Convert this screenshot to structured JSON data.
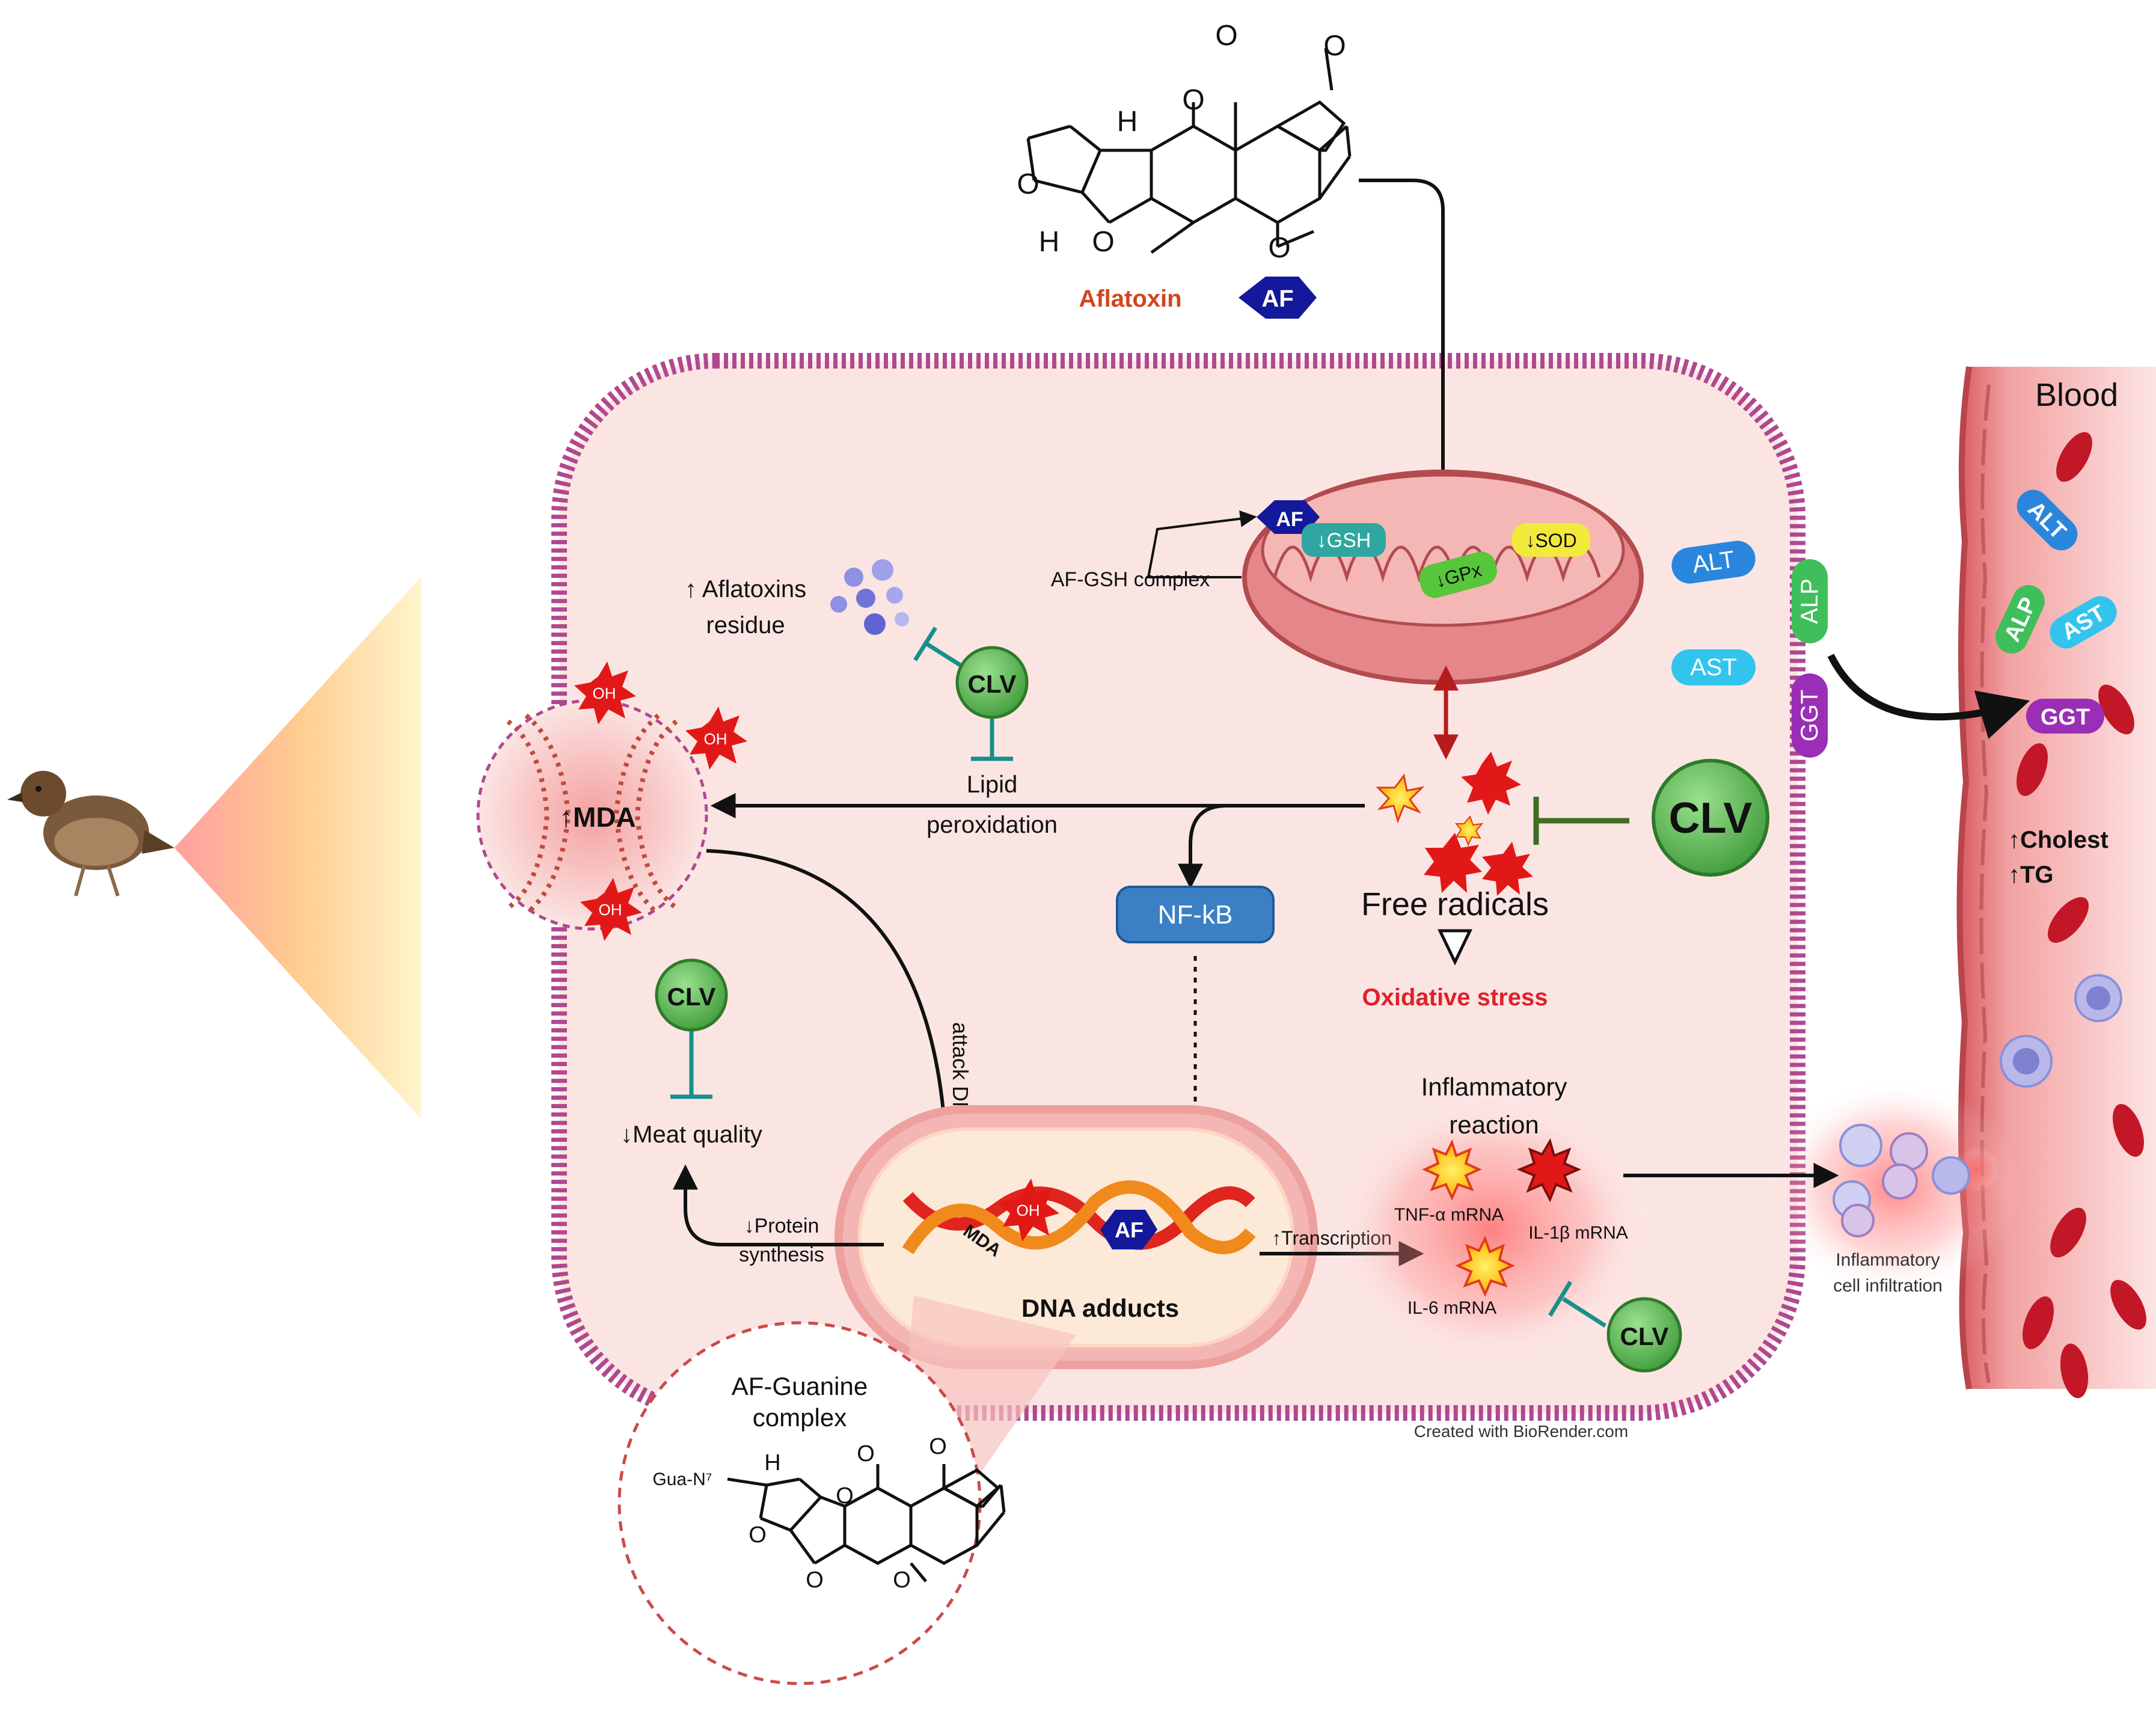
{
  "colors": {
    "cell_fill": "#fbe5e3",
    "membrane": "#b0488f",
    "mito_fill": "#e5878a",
    "mito_stroke": "#b34b4e",
    "clv_green": "#56b84e",
    "nfkb_blue": "#3b80c4",
    "af_navy": "#14189a",
    "alt_blue": "#2a86dd",
    "ast_cyan": "#33c4ee",
    "alp_green": "#3fbf5b",
    "ggt_purple": "#9a2eb6",
    "radical_red": "#e21818",
    "stress_red": "#e0202a",
    "aflatoxin_label": "#d2451e",
    "blood_vessel": "#e87878",
    "rbc_red": "#c11727",
    "inhibit_teal": "#17908c",
    "inhibit_olive": "#3f6e22"
  },
  "aflatoxin": {
    "label": "Aflatoxin",
    "badge": "AF",
    "atoms": {
      "o_top": "O",
      "o_right": "O",
      "o_ring": "O",
      "o_furan": "O",
      "o_furan2": "O",
      "o_methoxy": "O",
      "h_top": "H",
      "h_bottom": "H"
    }
  },
  "mitochondrion": {
    "af_badge": "AF",
    "gsh": "↓GSH",
    "gpx": "↓GPx",
    "sod": "↓SOD",
    "complex_label": "AF-GSH complex"
  },
  "enzymes": {
    "alt": "ALT",
    "ast": "AST",
    "alp": "ALP",
    "ggt": "GGT"
  },
  "residue": {
    "line1": "↑ Aflatoxins",
    "line2": "residue"
  },
  "clv_label": "CLV",
  "lipid": {
    "line1": "Lipid",
    "line2": "peroxidation"
  },
  "mda": {
    "label": "↑MDA",
    "oh": "OH"
  },
  "radicals": {
    "label": "Free radicals",
    "stress": "Oxidative stress"
  },
  "nfkb": "NF-kB",
  "attack_dna": "attack DNA",
  "meat_quality": "↓Meat quality",
  "protein": {
    "line1": "↓Protein",
    "line2": "synthesis"
  },
  "dna": {
    "label": "DNA adducts",
    "mda": "MDA",
    "oh": "OH",
    "af": "AF"
  },
  "transcription": "↑Transcription",
  "inflammation": {
    "title1": "Inflammatory",
    "title2": "reaction",
    "tnf": "TNF-α mRNA",
    "il1b": "IL-1β mRNA",
    "il6": "IL-6 mRNA"
  },
  "blood": {
    "title": "Blood",
    "cholest": "↑Cholest",
    "tg": "↑TG",
    "infiltration1": "Inflammatory",
    "infiltration2": "cell infiltration"
  },
  "guanine": {
    "title1": "AF-Guanine",
    "title2": "complex",
    "gua": "Gua-N⁷",
    "atoms": {
      "o_top": "O",
      "o_right": "O",
      "o_ring": "O",
      "o_furan": "O",
      "o_furan2": "O",
      "o_methoxy": "O",
      "h_top": "H"
    }
  },
  "credit": "Created with BioRender.com"
}
